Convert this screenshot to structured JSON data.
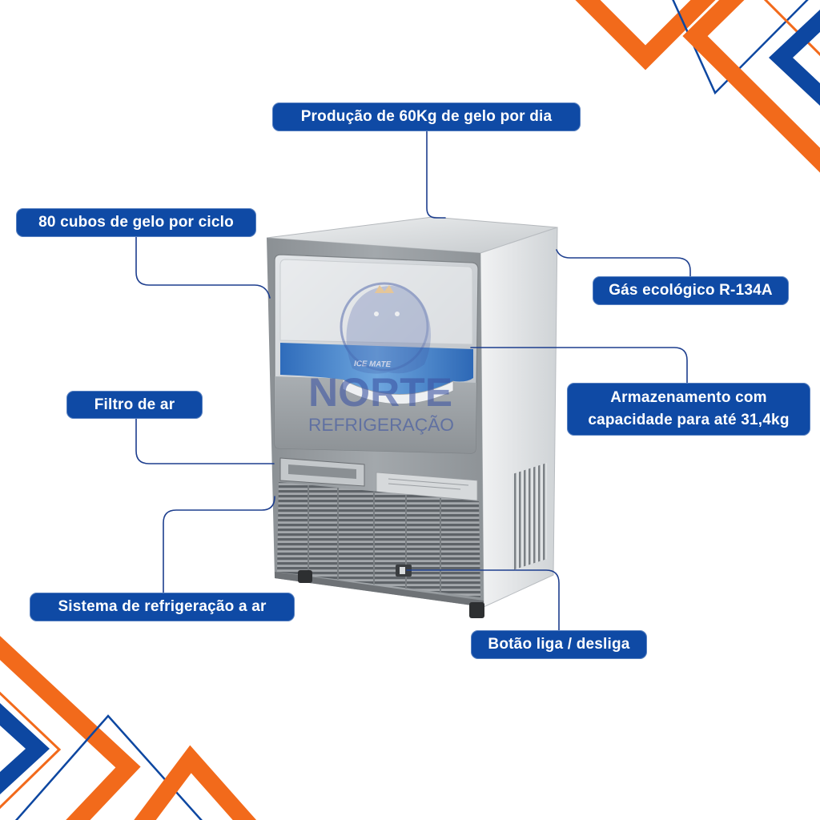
{
  "callouts": {
    "production": "Produção de 60Kg de gelo por dia",
    "cubes_per_cycle": "80 cubos de gelo por ciclo",
    "gas": "Gás ecológico R-134A",
    "storage": [
      "Armazenamento com",
      "capacidade para até 31,4kg"
    ],
    "air_filter": "Filtro de ar",
    "cooling_system": "Sistema de refrigeração a ar",
    "power_button": "Botão liga / desliga"
  },
  "product": {
    "brand_label": "ICE MATE"
  },
  "watermark": {
    "name": "NORTE",
    "tagline": "REFRIGERAÇÃO"
  },
  "icons": {
    "watermark_logo": "polar-bear-logo-icon"
  },
  "colors": {
    "callout_background": "#0f4aa5",
    "connector_line": "#1d3e8e",
    "accent_orange": "#f26a1b",
    "accent_blue": "#0d47a1",
    "watermark": "#3d55a3"
  }
}
